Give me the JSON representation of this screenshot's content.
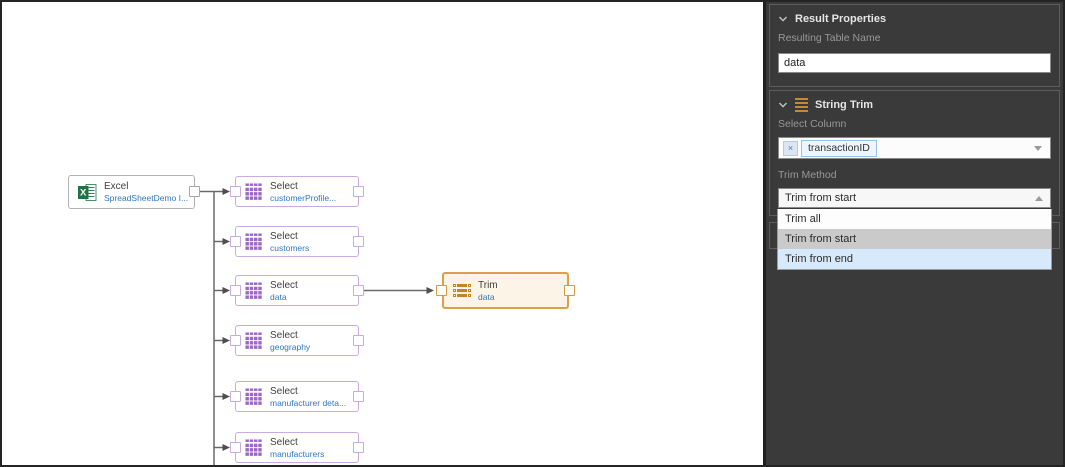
{
  "canvas": {
    "nodes": {
      "excel": {
        "title": "Excel",
        "subtitle": "SpreadSheetDemo I..."
      },
      "selects": [
        {
          "title": "Select",
          "subtitle": "customerProfile..."
        },
        {
          "title": "Select",
          "subtitle": "customers"
        },
        {
          "title": "Select",
          "subtitle": "data"
        },
        {
          "title": "Select",
          "subtitle": "geography"
        },
        {
          "title": "Select",
          "subtitle": "manufacturer deta..."
        },
        {
          "title": "Select",
          "subtitle": "manufacturers"
        }
      ],
      "trim": {
        "title": "Trim",
        "subtitle": "data"
      }
    }
  },
  "panel": {
    "result_properties": {
      "header": "Result Properties",
      "table_name_label": "Resulting Table Name",
      "table_name_value": "data"
    },
    "string_trim": {
      "header": "String Trim",
      "select_column_label": "Select Column",
      "selected_column": "transactionID",
      "remove_tag_glyph": "×",
      "trim_method_label": "Trim Method",
      "trim_method_value": "Trim from start",
      "options": [
        "Trim all",
        "Trim from start",
        "Trim from end"
      ],
      "selected_option": "Trim from start",
      "highlighted_option": "Trim from end"
    }
  },
  "colors": {
    "panel_bg": "#3a3a3a",
    "section_border": "#5d5d5d",
    "accent_orange": "#dd9f49",
    "select_purple": "#9a67c5",
    "excel_green": "#217346",
    "subtitle_blue": "#2e77c0",
    "edge_gray": "#6a6a6a",
    "option_selected_bg": "#cacaca",
    "option_highlight_bg": "#d7eafb"
  }
}
